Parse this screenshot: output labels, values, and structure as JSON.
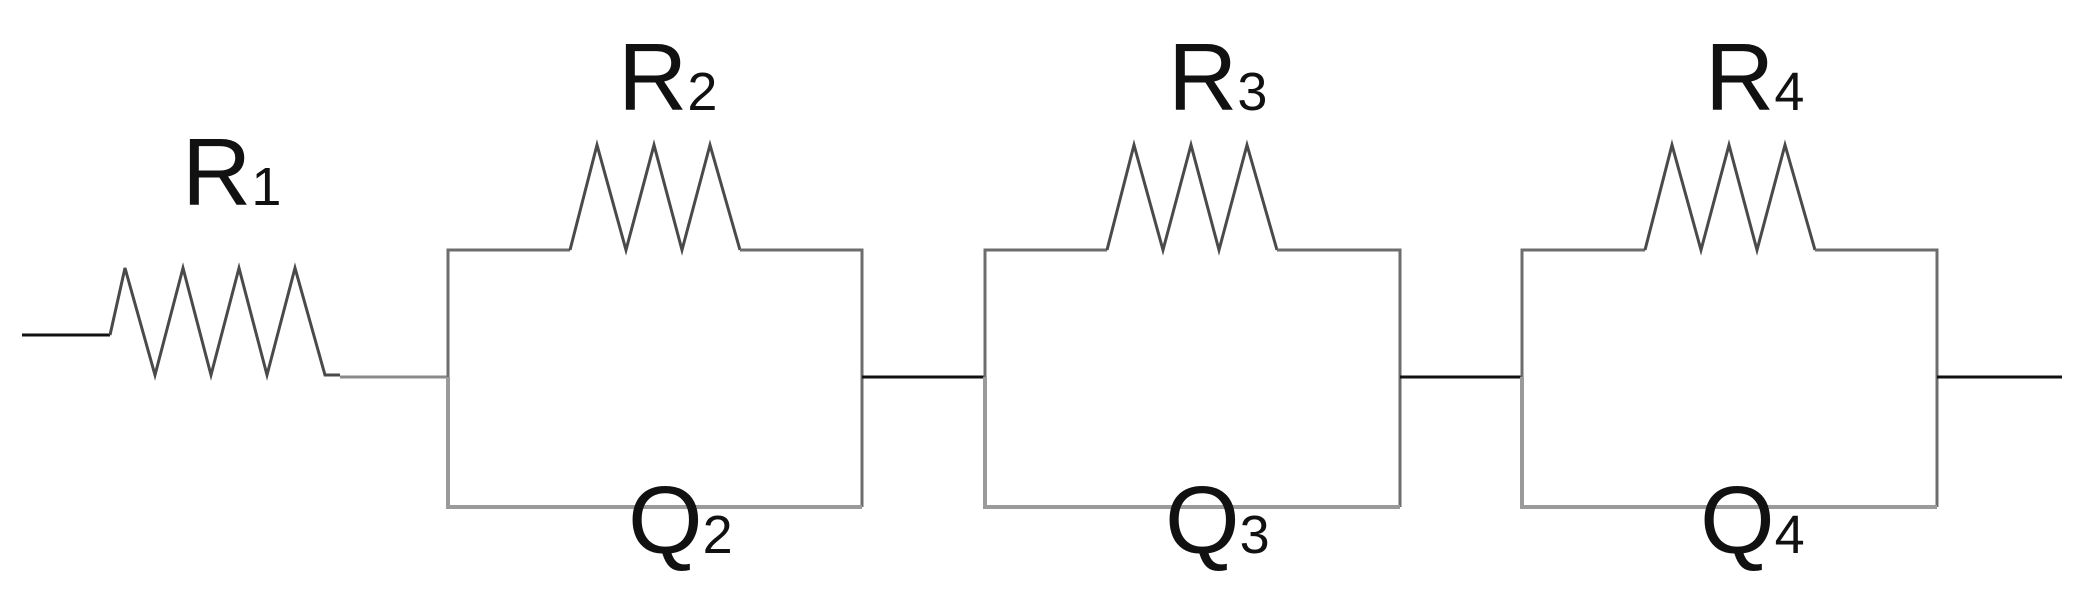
{
  "components": [
    {
      "id": "r1",
      "type": "resistor",
      "label": "R",
      "sub": "1"
    },
    {
      "id": "r2",
      "type": "resistor",
      "label": "R",
      "sub": "2"
    },
    {
      "id": "q2",
      "type": "cpe",
      "label": "Q",
      "sub": "2"
    },
    {
      "id": "r3",
      "type": "resistor",
      "label": "R",
      "sub": "3"
    },
    {
      "id": "q3",
      "type": "cpe",
      "label": "Q",
      "sub": "3"
    },
    {
      "id": "r4",
      "type": "resistor",
      "label": "R",
      "sub": "4"
    },
    {
      "id": "q4",
      "type": "cpe",
      "label": "Q",
      "sub": "4"
    }
  ],
  "colors": {
    "wire": "#111111",
    "resistor": "#4a4a4a",
    "branch": "#6d6d6d"
  }
}
